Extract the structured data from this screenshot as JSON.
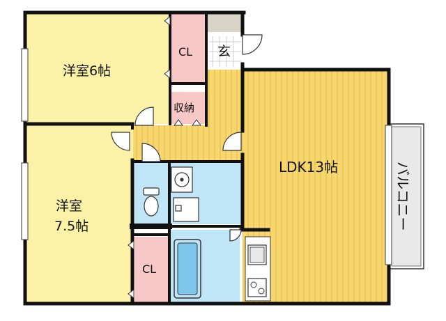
{
  "rooms": {
    "western_room_1": "洋室6帖",
    "western_room_2_line1": "洋室",
    "western_room_2_line2": "7.5帖",
    "closet_1": "CL",
    "closet_2": "CL",
    "storage": "収納",
    "entrance": "玄",
    "ldk": "LDK13帖",
    "balcony": "バルコニー"
  },
  "colors": {
    "western_room": "#fbf2a8",
    "closet": "#f7c8c6",
    "storage": "#f7c8c6",
    "floor_wood": "#f7d76e",
    "wood_stripe": "#e3b74a",
    "bath_blue": "#bfe5f6",
    "entrance_gray": "#d9d4c8",
    "wall": "#111111",
    "balcony_fill": "#e9e9e9"
  },
  "icons": [
    "toilet-icon",
    "washbasin-icon",
    "bathtub-icon",
    "kitchen-sink-icon",
    "cooktop-icon",
    "door-swing-icon",
    "window-icon"
  ]
}
